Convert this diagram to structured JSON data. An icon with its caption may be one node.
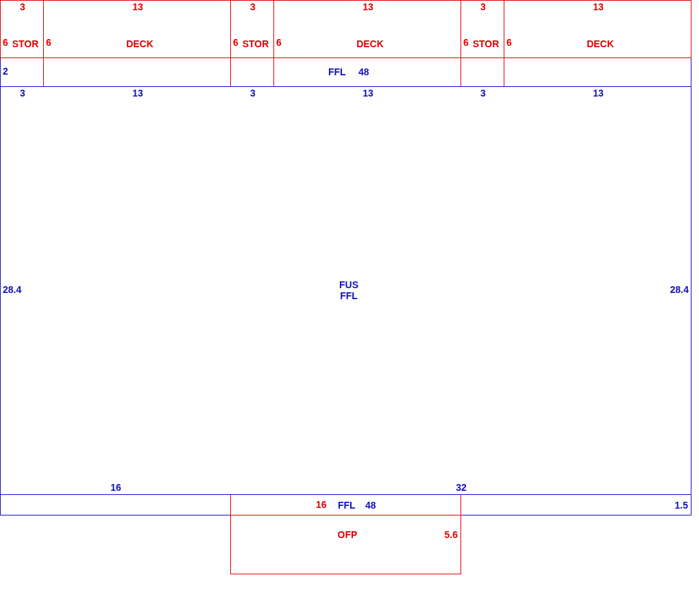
{
  "diagram": {
    "nodes": [
      {
        "text": [
          "3",
          "6",
          "STOR"
        ]
      },
      {
        "text": [
          "13",
          "6",
          "DECK"
        ]
      },
      {
        "text": [
          "3",
          "6",
          "STOR"
        ]
      },
      {
        "text": [
          "13",
          "6",
          "DECK"
        ]
      },
      {
        "text": [
          "3",
          "6",
          "STOR"
        ]
      },
      {
        "text": [
          "13",
          "6",
          "DECK"
        ]
      },
      {
        "text": [
          "2",
          "FFL",
          "48"
        ]
      },
      {
        "text": [
          "3",
          "13",
          "3",
          "13",
          "3",
          "13",
          "28.4",
          "FUS FFL",
          "28.4",
          "16",
          "32"
        ]
      },
      {
        "text": [
          "16",
          "FFL",
          "48",
          "1.5"
        ]
      },
      {
        "text": [
          "OFP",
          "5.6"
        ]
      }
    ]
  }
}
